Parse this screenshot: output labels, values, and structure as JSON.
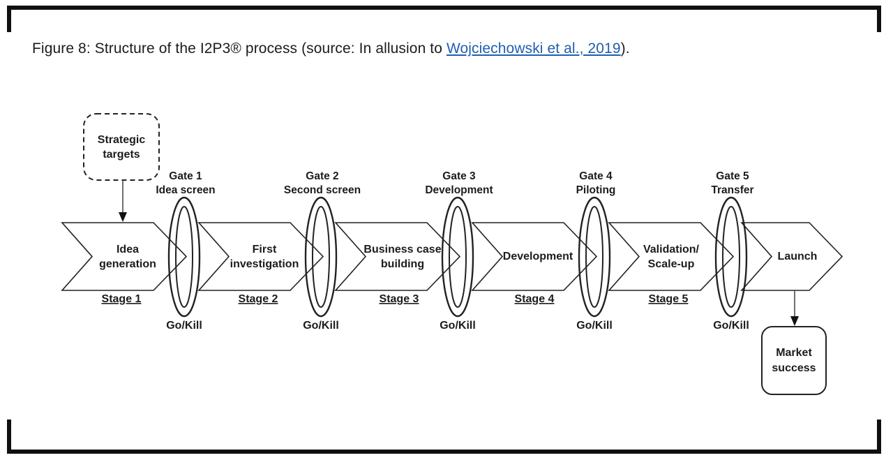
{
  "caption": {
    "prefix": "Figure 8: Structure of the I2P3® process (source: In allusion to ",
    "link": "Wojciechowski et al., 2019",
    "suffix": ")."
  },
  "colors": {
    "link_blue": "#1F5FAE",
    "diagram_stroke": "#222222",
    "frame_black": "#101010"
  },
  "strategic_box": {
    "line1": "Strategic",
    "line2": "targets"
  },
  "stages": [
    {
      "line1": "Idea",
      "line2": "generation",
      "label": "Stage 1"
    },
    {
      "line1": "First",
      "line2": "investigation",
      "label": "Stage 2"
    },
    {
      "line1": "Business case",
      "line2": "building",
      "label": "Stage 3"
    },
    {
      "line1": "Development",
      "label": "Stage 4"
    },
    {
      "line1": "Validation/",
      "line2": "Scale-up",
      "label": "Stage 5"
    },
    {
      "line1": "Launch"
    }
  ],
  "gates": [
    {
      "line1": "Gate 1",
      "line2": "Idea screen",
      "decision": "Go/Kill"
    },
    {
      "line1": "Gate 2",
      "line2": "Second screen",
      "decision": "Go/Kill"
    },
    {
      "line1": "Gate 3",
      "line2": "Development",
      "decision": "Go/Kill"
    },
    {
      "line1": "Gate 4",
      "line2": "Piloting",
      "decision": "Go/Kill"
    },
    {
      "line1": "Gate 5",
      "line2": "Transfer",
      "decision": "Go/Kill"
    }
  ],
  "market_box": {
    "line1": "Market",
    "line2": "success"
  }
}
